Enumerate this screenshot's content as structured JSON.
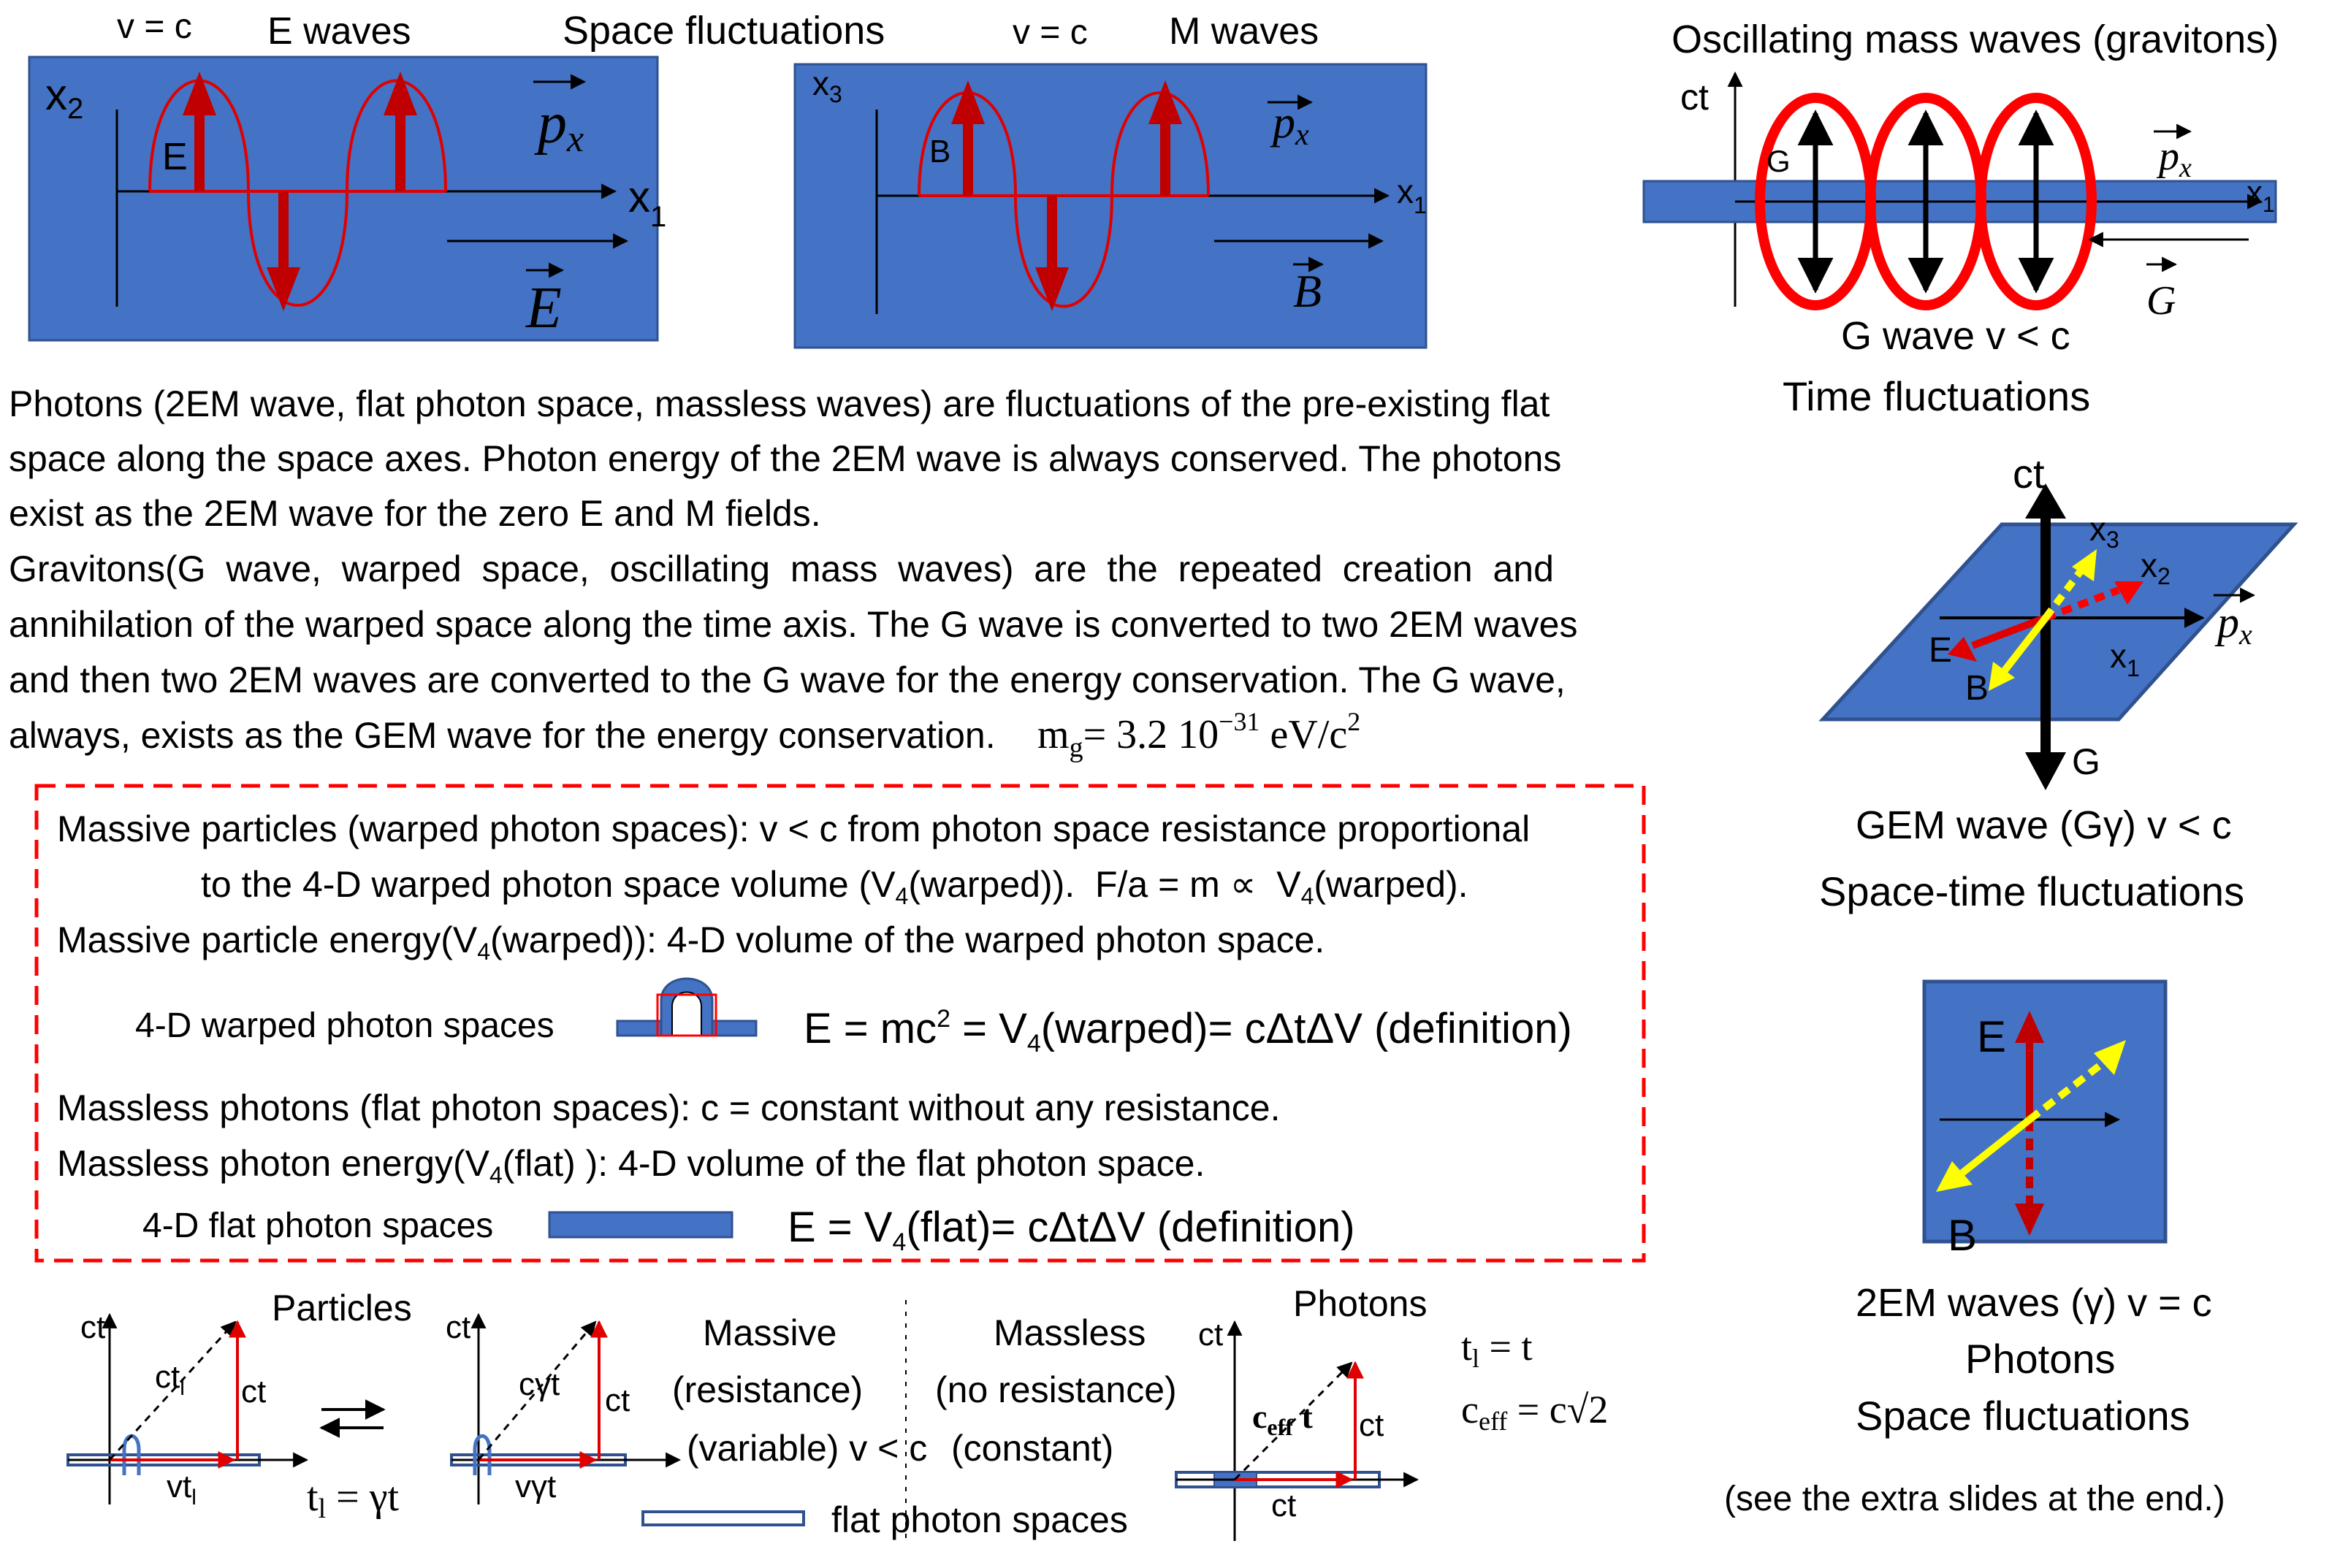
{
  "colors": {
    "panel": "#4472C4",
    "panel_border": "#2F528F",
    "wave": "#E00000",
    "arrow_red": "#C00000",
    "yellow": "#FFFF00",
    "dash_red": "#FF0000",
    "black": "#000000"
  },
  "e_panel": {
    "v_label": "v = c",
    "title": "E waves",
    "y_axis": "x",
    "y_axis_sub": "2",
    "x_axis": "x",
    "x_axis_sub": "1",
    "field_letter": "E",
    "p_label": "p",
    "p_sub": "x",
    "field_vector": "E"
  },
  "space_fluct_top": "Space fluctuations",
  "m_panel": {
    "v_label": "v = c",
    "title": "M waves",
    "y_axis": "x",
    "y_axis_sub": "3",
    "x_axis": "x",
    "x_axis_sub": "1",
    "field_letter": "B",
    "p_label": "p",
    "p_sub": "x",
    "field_vector": "B"
  },
  "g_panel": {
    "title": "Oscillating mass waves (gravitons)",
    "ct": "ct",
    "g_letter": "G",
    "p_label": "p",
    "p_sub": "x",
    "x_axis": "x",
    "x_axis_sub": "1",
    "g_vector": "G",
    "caption1": "G wave  v < c",
    "caption2": "Time fluctuations"
  },
  "paragraphs": {
    "photons": [
      "Photons (2EM wave, flat photon space, massless waves) are fluctuations of the pre-existing flat",
      "space along the space axes. Photon energy of the 2EM wave is always conserved. The photons",
      "exist as the 2EM wave for the zero E and M fields."
    ],
    "gravitons": [
      "Gravitons(G  wave,  warped  space,  oscillating  mass  waves)  are  the  repeated  creation  and",
      "annihilation of the warped space along the time axis. The G wave is converted to two 2EM waves",
      "and then two 2EM waves are converted to the G wave for the energy conservation. The G wave,",
      "always, exists as the GEM wave for the energy conservation."
    ],
    "mass_formula": "m",
    "mass_formula_sub": "g",
    "mass_formula_value": "= 3.2 10",
    "mass_formula_exp": "−31",
    "mass_formula_unit": "eV/c",
    "mass_formula_unit_exp": "2"
  },
  "gem_panel": {
    "ct": "ct",
    "x3": "x",
    "x3_sub": "3",
    "x2": "x",
    "x2_sub": "2",
    "p_label": "p",
    "p_sub": "x",
    "e": "E",
    "b": "B",
    "x1": "x",
    "x1_sub": "1",
    "g": "G",
    "caption1": "GEM wave (Gγ) v < c",
    "caption2": "Space-time  fluctuations"
  },
  "box": {
    "line1": "Massive particles (warped photon spaces): v < c from photon space resistance proportional",
    "line2a": "to the 4-D warped photon space volume (V",
    "line2_sub": "4",
    "line2b": "(warped)).  F/a = m ∝  V",
    "line2_sub2": "4",
    "line2c": "(warped).",
    "line3a": "Massive particle energy(V",
    "line3_sub": "4",
    "line3b": "(warped)): 4-D volume of the warped photon space.",
    "warped_label": "4-D warped photon spaces",
    "eq1a": "E = mc",
    "eq1_sup": "2",
    "eq1b": " = V",
    "eq1_sub": "4",
    "eq1c": "(warped)= cΔtΔV (definition)",
    "line4": "Massless photons (flat photon spaces): c = constant without any resistance.",
    "line5a": "Massless photon energy(V",
    "line5_sub": "4",
    "line5b": "(flat) ): 4-D volume of the flat photon space.",
    "flat_label": "4-D flat photon spaces",
    "eq2a": "E = V",
    "eq2_sub": "4",
    "eq2b": "(flat)= cΔtΔV (definition)"
  },
  "twoem_panel": {
    "e": "E",
    "b": "B",
    "caption1": "2EM waves (γ) v = c",
    "caption2": "Photons",
    "caption3": "Space fluctuations",
    "caption4": "(see the extra slides at the end.)"
  },
  "bottom": {
    "particles": "Particles",
    "ct": "ct",
    "ctl": "ct",
    "ctl_sub": "l",
    "vtl": "vt",
    "vtl_sub": "l",
    "tl_eq_a": "t",
    "tl_eq_sub": "l",
    "tl_eq_b": " = γt",
    "cgt": "cγt",
    "vgt": "vγt",
    "massive": "Massive",
    "resistance": "(resistance)",
    "variable": "(variable) v < c",
    "massless": "Massless",
    "no_resistance": "(no resistance)",
    "constant": "(constant)",
    "flat_spaces": "flat photon spaces",
    "photons": "Photons",
    "ceff": "c",
    "ceff_sub": "eff",
    "ceff_t": " t",
    "tl2_a": "t",
    "tl2_sub": "l",
    "tl2_b": " = t",
    "ceff_eq_a": "c",
    "ceff_eq_sub": "eff",
    "ceff_eq_b": " = c√2"
  }
}
